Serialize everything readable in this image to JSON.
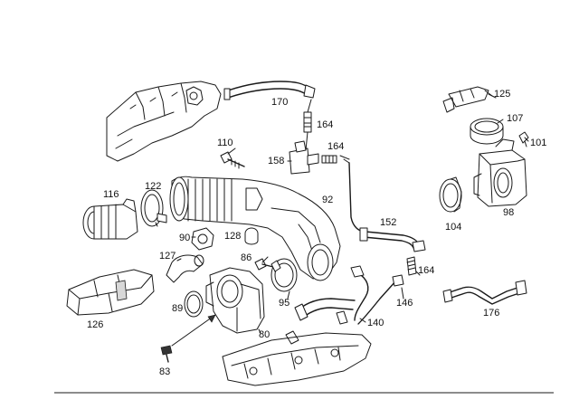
{
  "parts": {
    "p170": "170",
    "p164a": "164",
    "p164b": "164",
    "p164c": "164",
    "p125": "125",
    "p107": "107",
    "p101": "101",
    "p110": "110",
    "p158": "158",
    "p92": "92",
    "p116": "116",
    "p122": "122",
    "p90": "90",
    "p128": "128",
    "p152": "152",
    "p104": "104",
    "p98": "98",
    "p127": "127",
    "p86": "86",
    "p126": "126",
    "p89": "89",
    "p95": "95",
    "p146": "146",
    "p176": "176",
    "p140": "140",
    "p80": "80",
    "p83": "83"
  },
  "colors": {
    "line": "#1a1a1a",
    "background": "#ffffff",
    "shade": "#d8d8d8"
  }
}
